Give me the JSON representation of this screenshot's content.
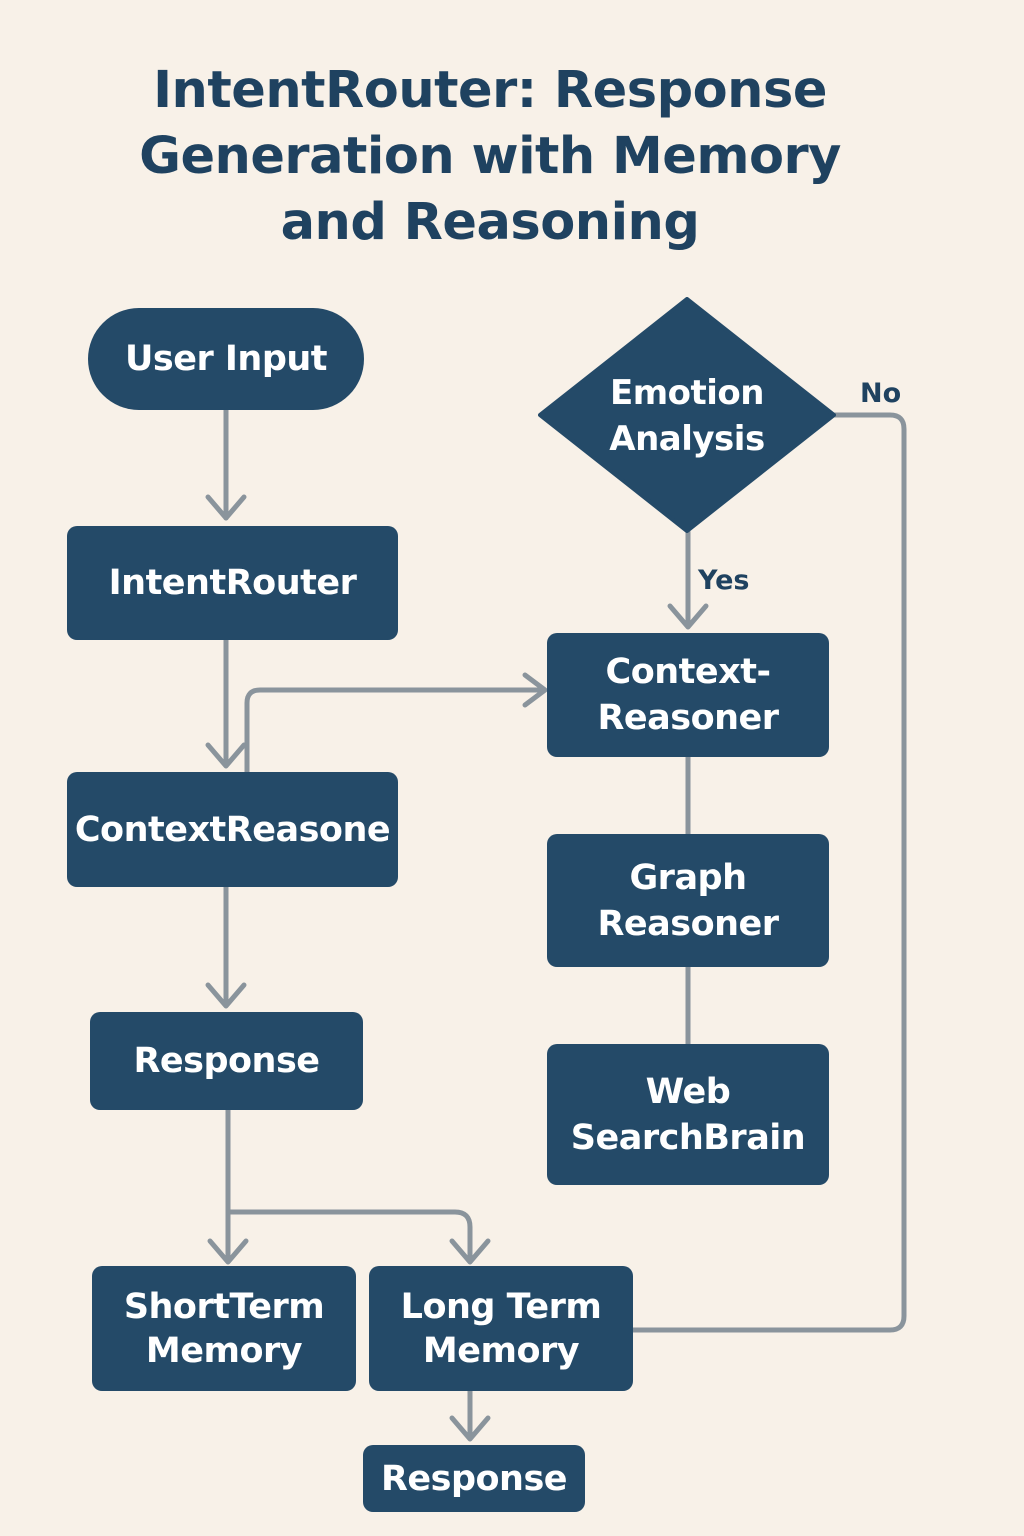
{
  "title": {
    "line1": "IntentRouter: Response",
    "line2": "Generation with Memory",
    "line3": "and Reasoning"
  },
  "nodes": {
    "user_input": "User Input",
    "intent_router": "IntentRouter",
    "context_reasone": "ContextReasone",
    "response_mid": "Response",
    "short_term_memory": {
      "line1": "ShortTerm",
      "line2": "Memory"
    },
    "long_term_memory": {
      "line1": "Long Term",
      "line2": "Memory"
    },
    "response_final": "Response",
    "emotion_analysis": {
      "line1": "Emotion",
      "line2": "Analysis"
    },
    "context_reasoner": {
      "line1": "Context-",
      "line2": "Reasoner"
    },
    "graph_reasoner": {
      "line1": "Graph",
      "line2": "Reasoner"
    },
    "web_search_brain": {
      "line1": "Web",
      "line2": "SearchBrain"
    }
  },
  "edge_labels": {
    "yes": "Yes",
    "no": "No"
  },
  "colors": {
    "background": "#f8f1e8",
    "node_fill": "#244a68",
    "node_text": "#ffffff",
    "title_text": "#1f4260",
    "connector": "#8a949c"
  }
}
